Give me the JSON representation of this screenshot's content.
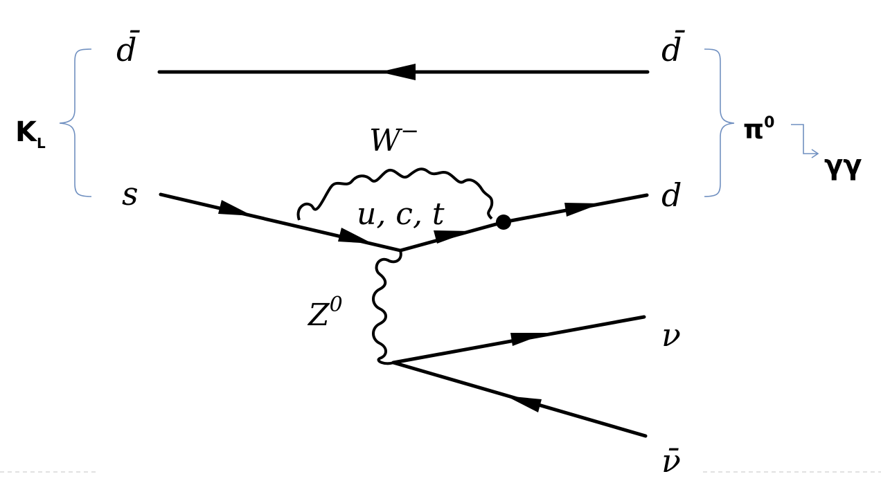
{
  "labels": {
    "dbar_left": "d̄",
    "dbar_right": "d̄",
    "s": "s",
    "d": "d",
    "W": "W",
    "W_sup": "−",
    "quarks": "u, c, t",
    "Z": "Z",
    "Z_sup": "0",
    "nu": "ν",
    "nubar": "ν̄",
    "KL": "K",
    "KL_sub": "L",
    "pi0": "π",
    "pi0_sup": "0",
    "gammagamma": "γγ"
  }
}
